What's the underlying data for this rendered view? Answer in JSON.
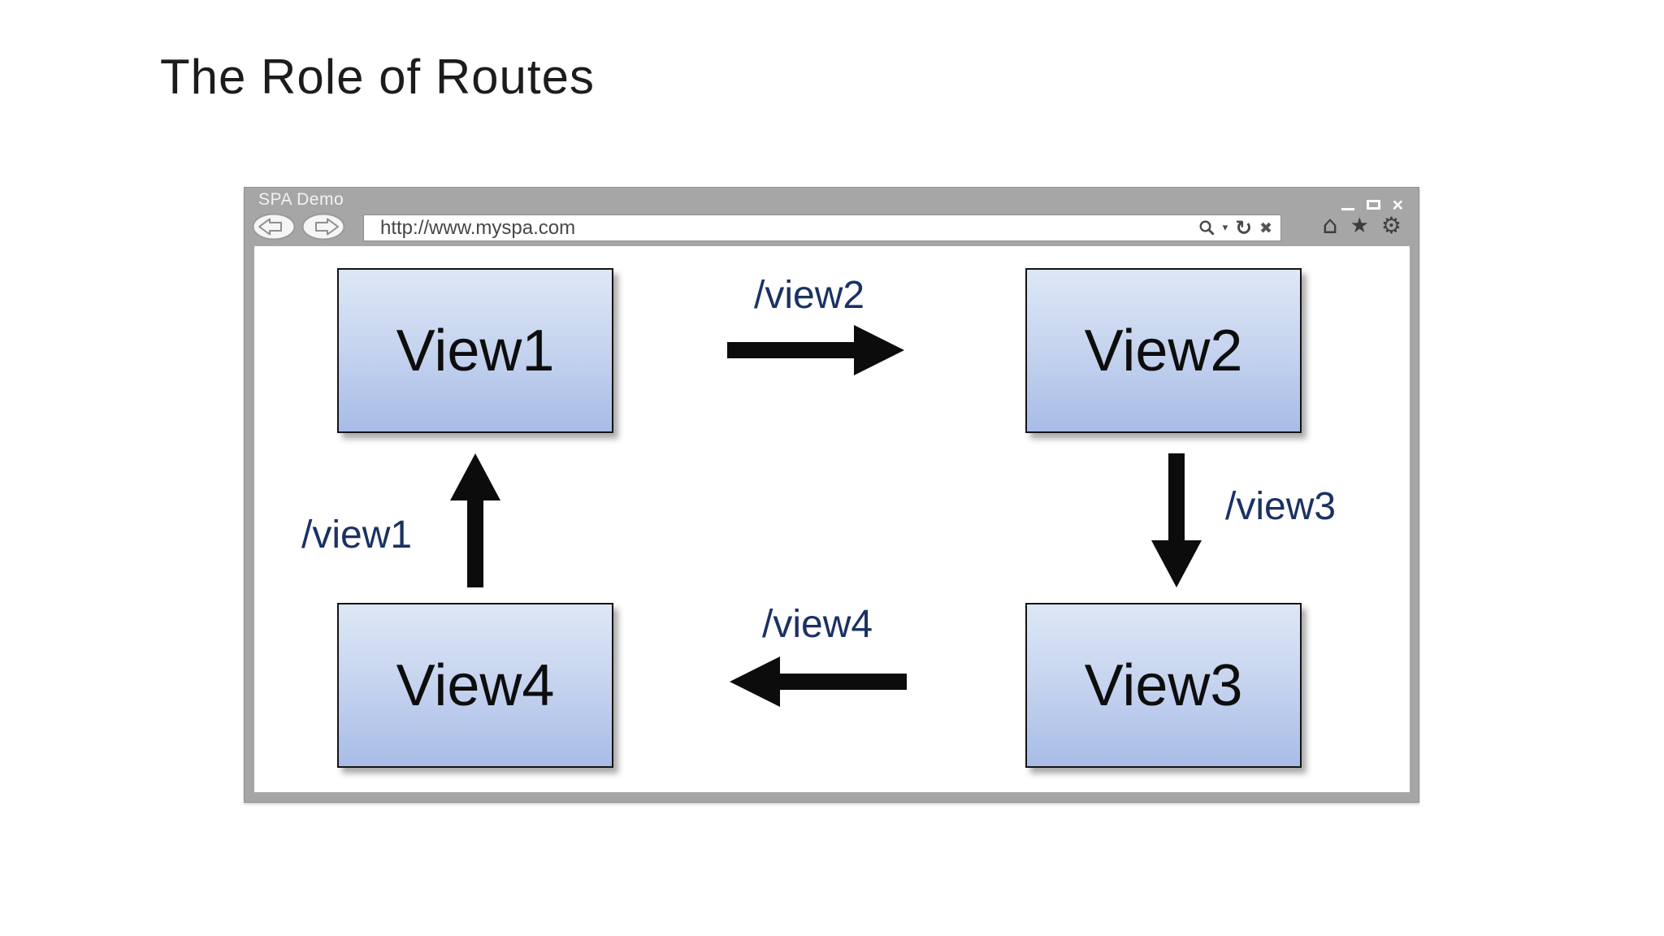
{
  "slide": {
    "title": "The Role of Routes"
  },
  "browser": {
    "window_title": "SPA Demo",
    "url": "http://www.myspa.com",
    "controls": {
      "close": "×"
    },
    "toolbar": {
      "caret": "▾",
      "refresh": "↻",
      "stop": "✖",
      "home": "⌂",
      "star": "★",
      "gear": "⚙"
    }
  },
  "diagram": {
    "views": [
      {
        "id": "view1",
        "label": "View1"
      },
      {
        "id": "view2",
        "label": "View2"
      },
      {
        "id": "view3",
        "label": "View3"
      },
      {
        "id": "view4",
        "label": "View4"
      }
    ],
    "routes": [
      {
        "label": "/view2",
        "from": "View1",
        "to": "View2",
        "direction": "right"
      },
      {
        "label": "/view3",
        "from": "View2",
        "to": "View3",
        "direction": "down"
      },
      {
        "label": "/view4",
        "from": "View3",
        "to": "View4",
        "direction": "left"
      },
      {
        "label": "/view1",
        "from": "View4",
        "to": "View1",
        "direction": "up"
      }
    ]
  },
  "colors": {
    "accent_navy": "#1a3263",
    "chrome_gray": "#a6a6a6",
    "box_gradient_top": "#dde7f6",
    "box_gradient_bottom": "#a8bce7",
    "arrow_black": "#0c0c0c"
  }
}
